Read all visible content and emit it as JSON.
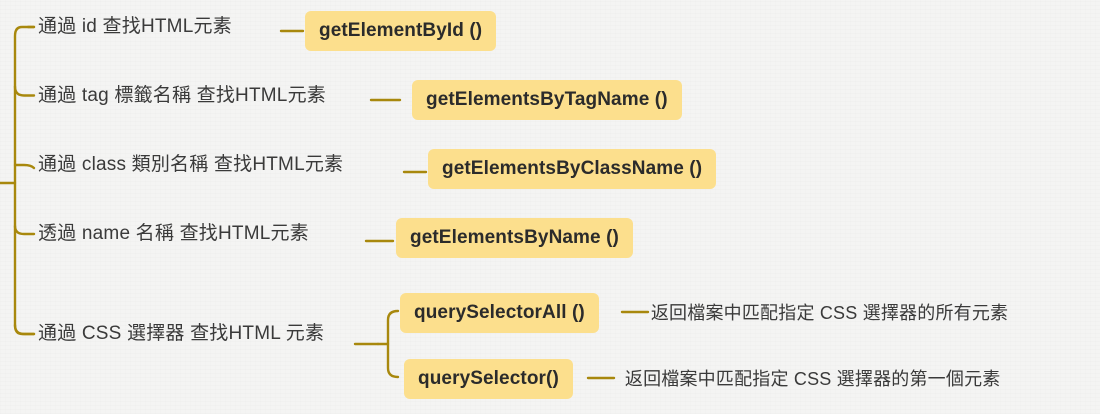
{
  "diagram": {
    "title": "HTML DOM element selection methods mind map",
    "root_label": "",
    "colors": {
      "background": "#f4f4f3",
      "branch_line": "#a8880d",
      "badge_fill": "#fcdf8d",
      "badge_text": "#2b2b2b",
      "label_text": "#3a3a3a"
    },
    "branches": [
      {
        "id": "by-id",
        "label": "通過 id 查找HTML元素",
        "method": "getElementById ()"
      },
      {
        "id": "by-tag",
        "label": "通過 tag 標籤名稱 查找HTML元素",
        "method": "getElementsByTagName ()"
      },
      {
        "id": "by-class",
        "label": "通過 class 類別名稱 查找HTML元素",
        "method": "getElementsByClassName ()"
      },
      {
        "id": "by-name",
        "label": "透過 name 名稱 查找HTML元素",
        "method": "getElementsByName ()"
      },
      {
        "id": "by-css",
        "label": "通過 CSS 選擇器 查找HTML 元素",
        "children": [
          {
            "id": "query-selector-all",
            "method": "querySelectorAll ()",
            "description": "返回檔案中匹配指定 CSS 選擇器的所有元素"
          },
          {
            "id": "query-selector",
            "method": "querySelector()",
            "description": "返回檔案中匹配指定 CSS 選擇器的第一個元素"
          }
        ]
      }
    ]
  }
}
